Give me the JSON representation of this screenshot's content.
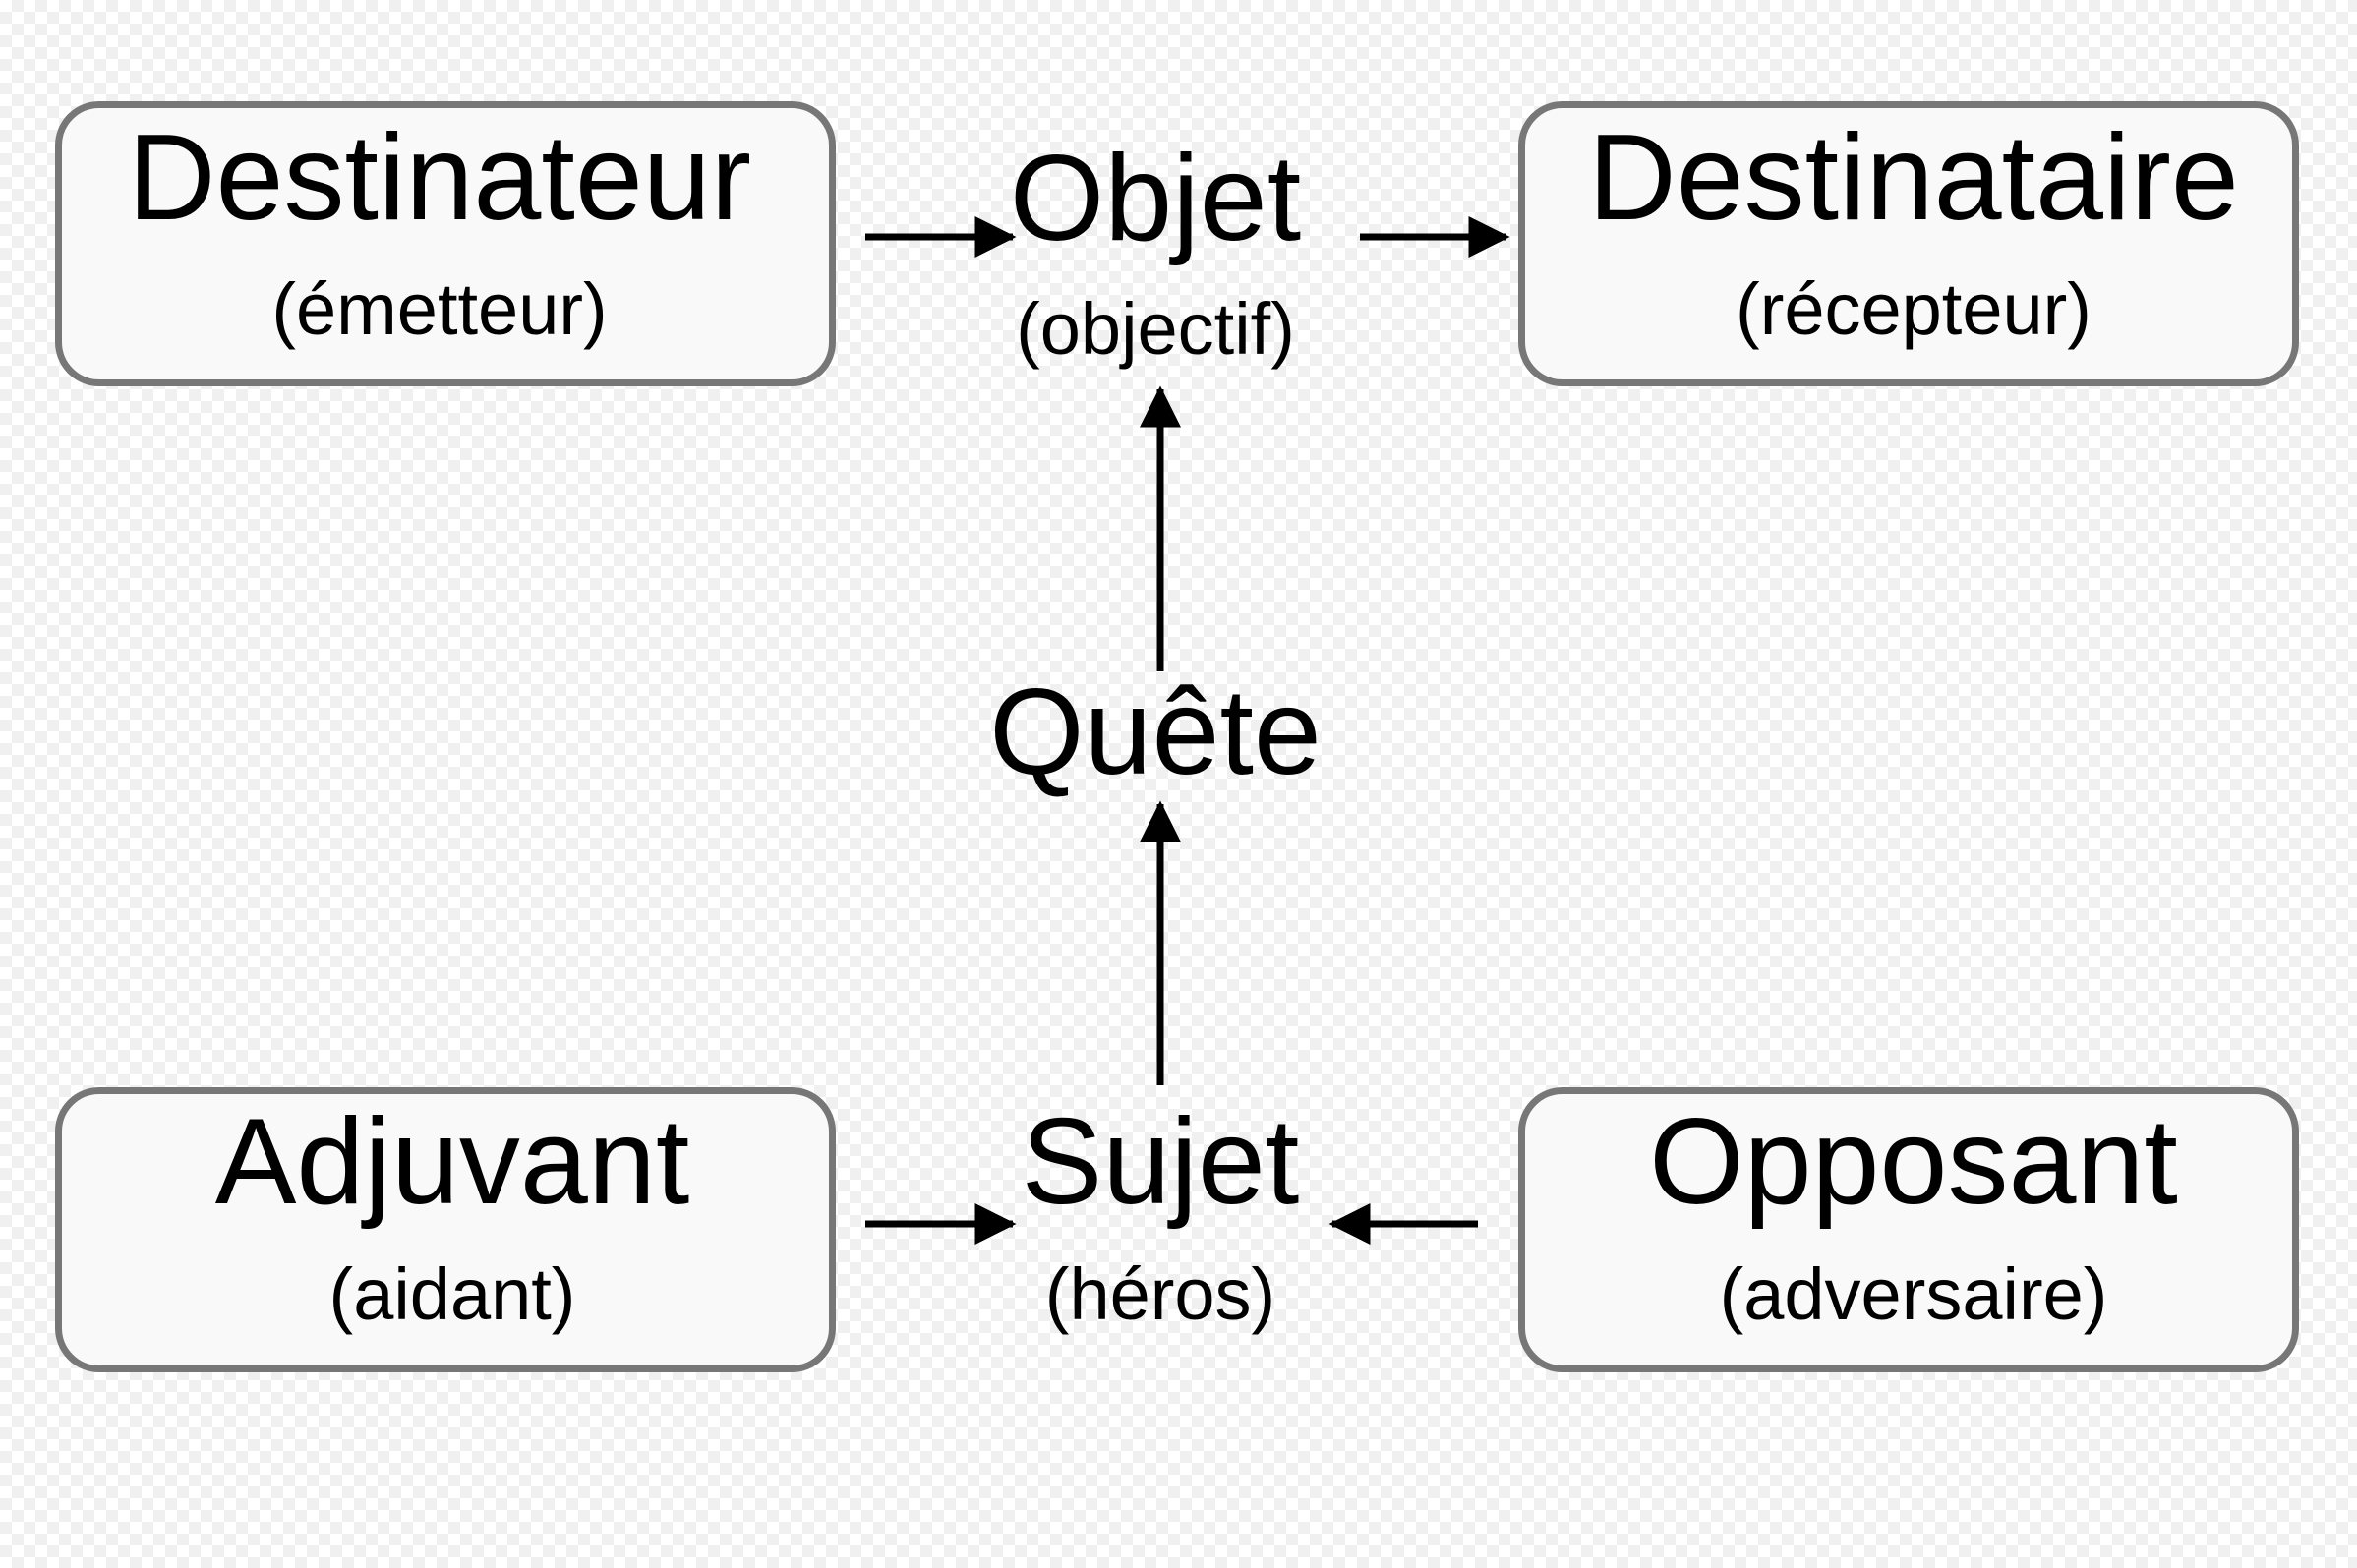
{
  "actants": {
    "destinateur": {
      "label": "Destinateur",
      "sublabel": "(émetteur)"
    },
    "objet": {
      "label": "Objet",
      "sublabel": "(objectif)"
    },
    "destinataire": {
      "label": "Destinataire",
      "sublabel": "(récepteur)"
    },
    "quete": {
      "label": "Quête"
    },
    "adjuvant": {
      "label": "Adjuvant",
      "sublabel": "(aidant)"
    },
    "sujet": {
      "label": "Sujet",
      "sublabel": "(héros)"
    },
    "opposant": {
      "label": "Opposant",
      "sublabel": "(adversaire)"
    }
  },
  "edges": [
    {
      "from": "destinateur",
      "to": "objet"
    },
    {
      "from": "objet",
      "to": "destinataire"
    },
    {
      "from": "quete",
      "to": "objet"
    },
    {
      "from": "sujet",
      "to": "quete"
    },
    {
      "from": "adjuvant",
      "to": "sujet"
    },
    {
      "from": "opposant",
      "to": "sujet"
    }
  ],
  "colors": {
    "box_border": "#777777",
    "box_fill": "#f9f9f9",
    "text": "#000000",
    "arrow": "#000000"
  }
}
